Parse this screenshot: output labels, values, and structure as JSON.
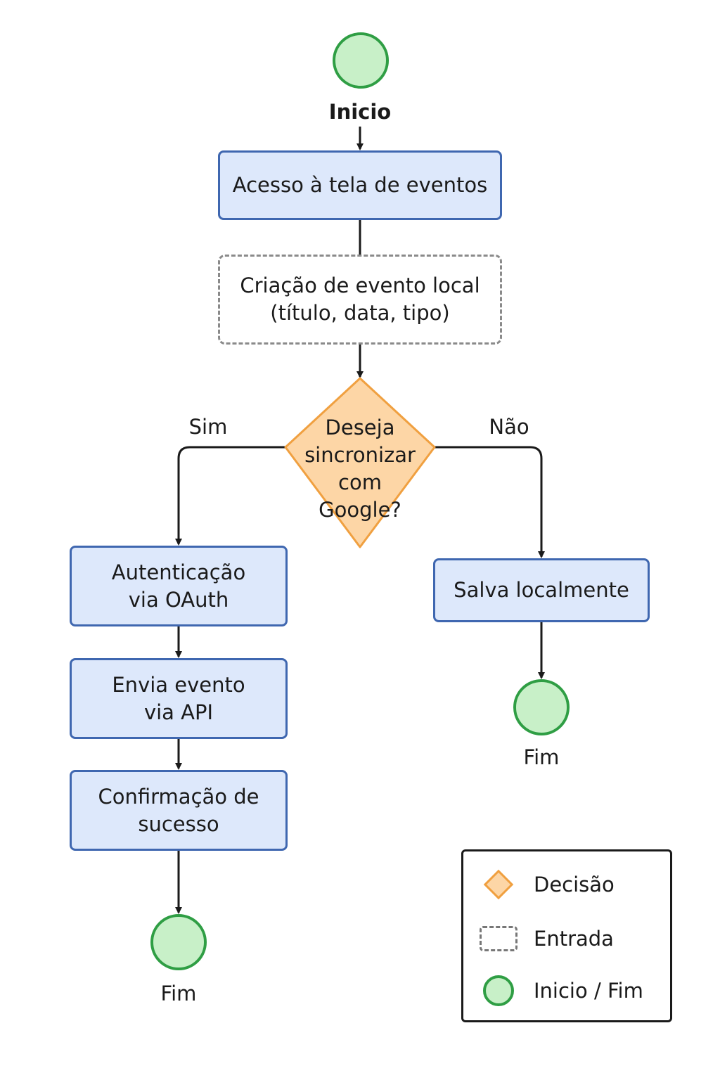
{
  "nodes": {
    "start_label": "Inicio",
    "access": "Acesso à tela de eventos",
    "create_line1": "Criação de evento local",
    "create_line2": "(título, data, tipo)",
    "decision_line1": "Deseja",
    "decision_line2": "sincronizar",
    "decision_line3": "com",
    "decision_line4": "Google?",
    "yes_label": "Sim",
    "no_label": "Não",
    "auth_line1": "Autenticação",
    "auth_line2": "via OAuth",
    "send_line1": "Envia evento",
    "send_line2": "via API",
    "confirm_line1": "Confirmação de",
    "confirm_line2": "sucesso",
    "save_local": "Salva localmente",
    "end_left_label": "Fim",
    "end_right_label": "Fim"
  },
  "legend": {
    "decision": "Decisão",
    "input": "Entrada",
    "start_end": "Inicio / Fim"
  },
  "colors": {
    "process_fill": "#dde8fb",
    "process_border": "#3f67b0",
    "decision_fill": "#fdd6a6",
    "decision_border": "#f0a040",
    "terminal_fill": "#c8f0c8",
    "terminal_border": "#2f9e44",
    "input_border": "#8a8a8a"
  }
}
